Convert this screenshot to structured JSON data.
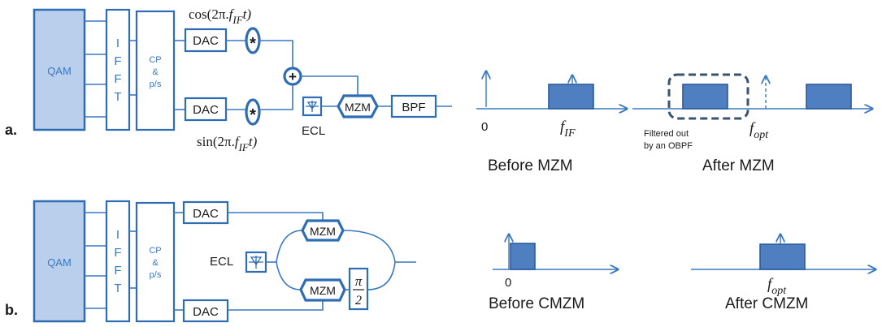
{
  "row_a": {
    "label": "a.",
    "qam": "QAM",
    "ifft": [
      "I",
      "F",
      "F",
      "T"
    ],
    "cp": [
      "CP",
      "&",
      "p/s"
    ],
    "dac_top": "DAC",
    "dac_bottom": "DAC",
    "multiplier": "*",
    "adder": "+",
    "cos_label_pre": "cos(2π.",
    "cos_label_f": "f",
    "cos_label_sub": "IF",
    "cos_label_post": "t)",
    "sin_label_pre": "sin(2π.",
    "sin_label_f": "f",
    "sin_label_sub": "IF",
    "sin_label_post": "t)",
    "laser": "ECL",
    "modulator": "MZM",
    "filter": "BPF"
  },
  "row_b": {
    "label": "b.",
    "qam": "QAM",
    "ifft": [
      "I",
      "F",
      "F",
      "T"
    ],
    "cp": [
      "CP",
      "&",
      "p/s"
    ],
    "dac_top": "DAC",
    "dac_bottom": "DAC",
    "laser": "ECL",
    "modulator_top": "MZM",
    "modulator_bottom": "MZM",
    "phase_num": "π",
    "phase_den": "2"
  },
  "spectra": {
    "before_mzm": {
      "caption": "Before MZM",
      "zero": "0",
      "freq_f": "f",
      "freq_sub": "IF"
    },
    "after_mzm": {
      "caption": "After MZM",
      "freq_f": "f",
      "freq_sub": "opt",
      "note": [
        "Filtered out",
        "by an OBPF"
      ]
    },
    "before_cmzm": {
      "caption": "Before CMZM",
      "zero": "0"
    },
    "after_cmzm": {
      "caption": "After CMZM",
      "freq_f": "f",
      "freq_sub": "opt"
    }
  }
}
